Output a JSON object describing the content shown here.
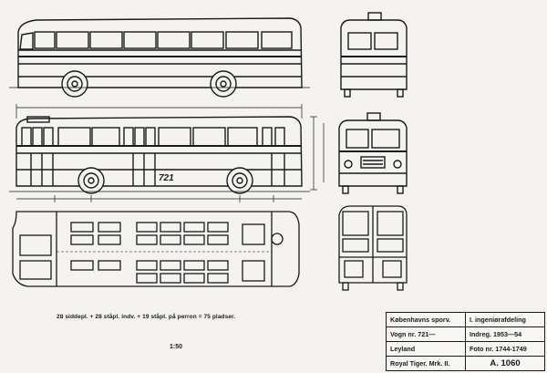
{
  "fleet_number": "721",
  "caption": "28 siddepl. + 28 ståpl. indv. + 19 ståpl. på perron = 75 pladser.",
  "scale": "1:50",
  "title_block": {
    "rows": [
      {
        "left": "Københavns sporv.",
        "right": "I. ingeniørafdeling"
      },
      {
        "left": "Vogn nr. 721—",
        "right": "Indreg. 1953—54"
      },
      {
        "left": "Leyland",
        "right": "Foto nr. 1744-1749"
      },
      {
        "left": "Royal Tiger. Mrk. II.",
        "right": "A. 1060"
      }
    ]
  }
}
